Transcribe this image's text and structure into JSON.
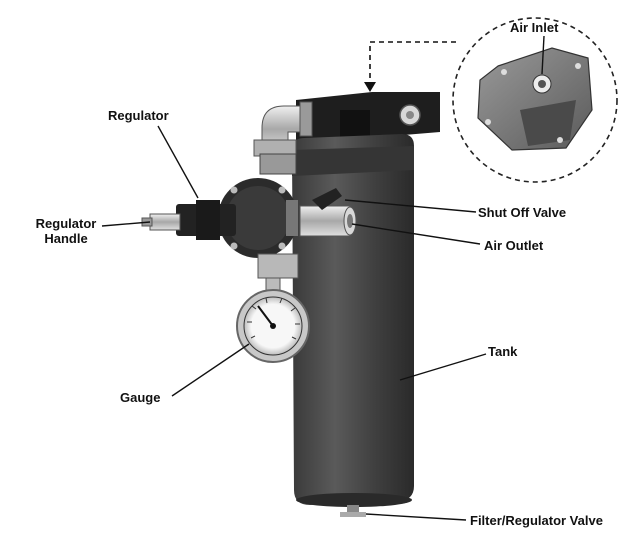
{
  "labels": {
    "air_inlet": "Air Inlet",
    "regulator": "Regulator",
    "regulator_handle_line1": "Regulator",
    "regulator_handle_line2": "Handle",
    "shut_off_valve": "Shut Off Valve",
    "air_outlet": "Air Outlet",
    "tank": "Tank",
    "gauge": "Gauge",
    "filter_regulator_valve": "Filter/Regulator Valve"
  },
  "colors": {
    "tank_body": "#4a4a4a",
    "tank_shadow": "#2e2e2e",
    "metal": "#c8c8c8",
    "bracket": "#1e1e1e",
    "leader_line": "#111111",
    "inset_border": "#222222"
  },
  "icons": {
    "inset": "magnified-inlet-plate",
    "callout_arrow": "dashed-arrow-down"
  }
}
